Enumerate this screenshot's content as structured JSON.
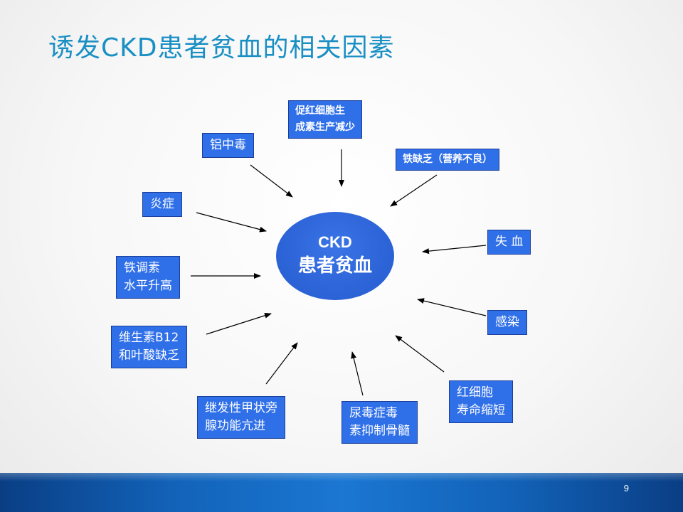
{
  "title": "诱发CKD患者贫血的相关因素",
  "center": {
    "line1": "CKD",
    "line2": "患者贫血"
  },
  "factors": [
    {
      "id": "lead",
      "label": "铝中毒"
    },
    {
      "id": "epo",
      "label": "促红细胞生\n成素生产减少"
    },
    {
      "id": "iron",
      "label": "铁缺乏（营养不良）"
    },
    {
      "id": "inflammation",
      "label": "炎症"
    },
    {
      "id": "bloodloss",
      "label": "失  血"
    },
    {
      "id": "hepcidin",
      "label": "铁调素\n水平升高"
    },
    {
      "id": "infection",
      "label": "感染"
    },
    {
      "id": "b12",
      "label": "维生素B12\n和叶酸缺乏"
    },
    {
      "id": "rbc",
      "label": "红细胞\n寿命缩短"
    },
    {
      "id": "hpt",
      "label": "继发性甲状旁\n腺功能亢进"
    },
    {
      "id": "uremic",
      "label": "尿毒症毒\n素抑制骨髓"
    }
  ],
  "page_number": "9",
  "colors": {
    "title": "#1a8fc4",
    "box": "#2f6fe8",
    "ellipse": "#2b62d6",
    "footer": "#1262b8"
  }
}
